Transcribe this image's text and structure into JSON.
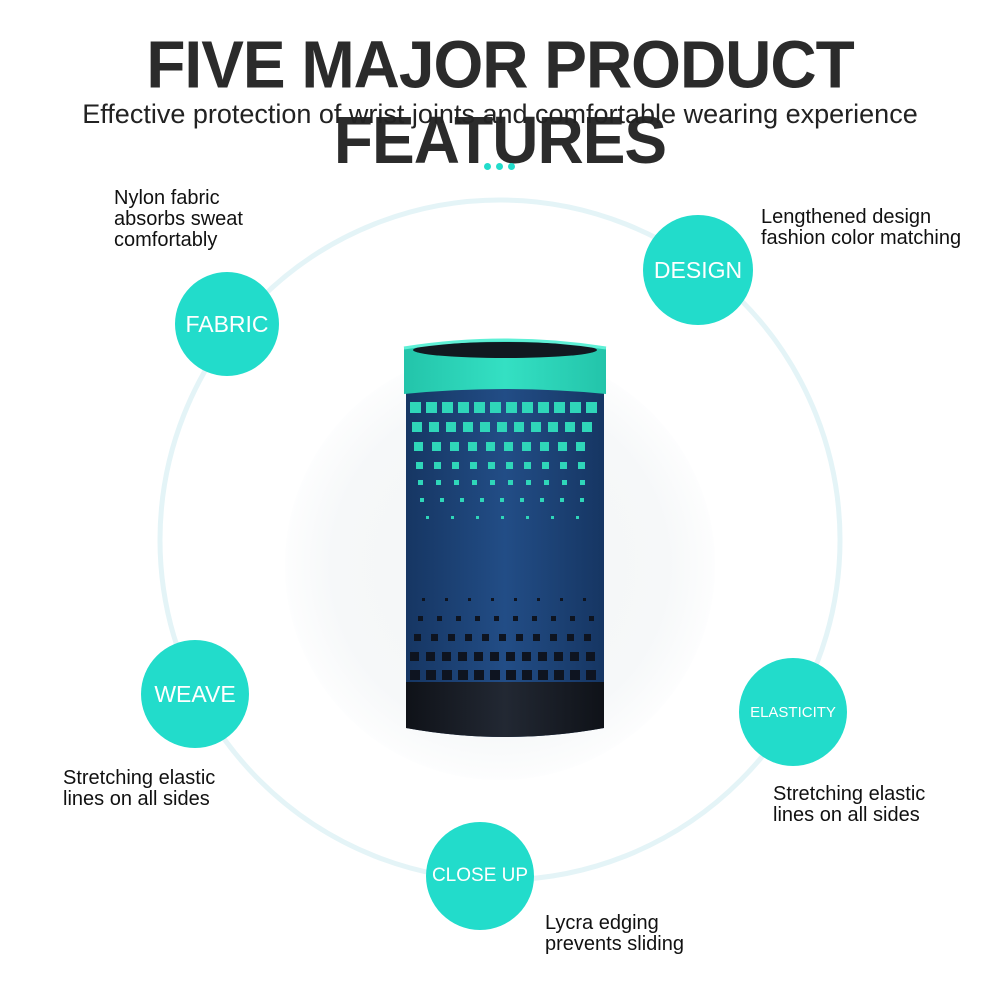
{
  "header": {
    "title": "FIVE MAJOR PRODUCT FEATURES",
    "subtitle": "Effective protection of wrist joints and comfortable wearing experience"
  },
  "colors": {
    "accent": "#22dccb",
    "ring": "#e4f4f7",
    "title_text": "#2b2b2b",
    "sleeve_navy": "#1b3f74",
    "sleeve_teal": "#2fd6b9",
    "sleeve_dark": "#15181f"
  },
  "features": {
    "fabric": {
      "label": "FABRIC",
      "note_lines": [
        "Nylon fabric",
        "absorbs sweat",
        "comfortably"
      ]
    },
    "design": {
      "label": "DESIGN",
      "note_lines": [
        "Lengthened design",
        "fashion color matching"
      ]
    },
    "weave": {
      "label": "WEAVE",
      "note_lines": [
        "Stretching elastic",
        "lines on all sides"
      ]
    },
    "elasticity": {
      "label": "ELASTICITY",
      "note_lines": [
        "Stretching elastic",
        "lines on all sides"
      ]
    },
    "close_up": {
      "label": "CLOSE UP",
      "note_lines": [
        "Lycra edging",
        "prevents sliding"
      ]
    }
  }
}
